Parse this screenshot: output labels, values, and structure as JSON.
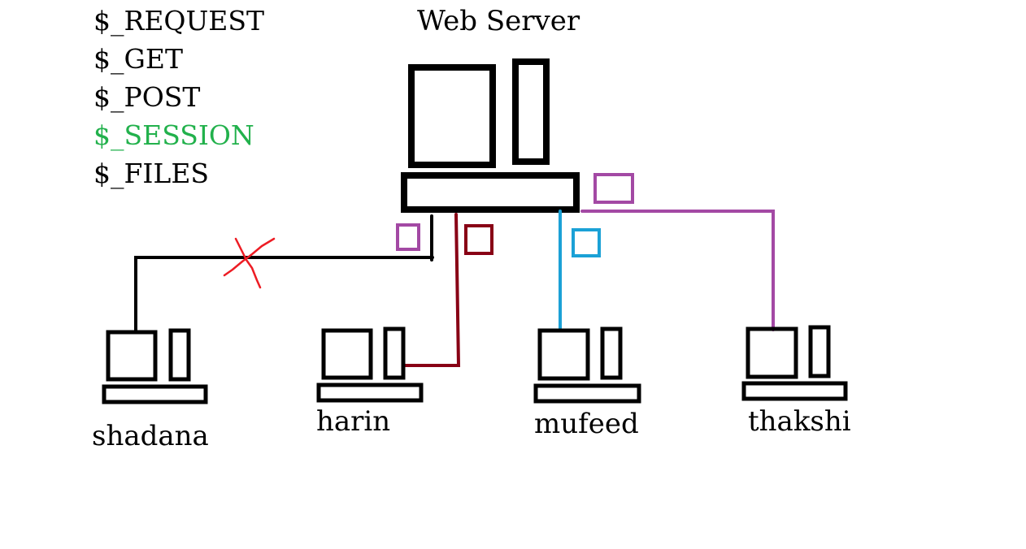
{
  "superglobals": [
    {
      "text": "$_REQUEST",
      "color": "#000000"
    },
    {
      "text": "$_GET",
      "color": "#000000"
    },
    {
      "text": "$_POST",
      "color": "#000000"
    },
    {
      "text": "$_SESSION",
      "color": "#22b14c"
    },
    {
      "text": "$_FILES",
      "color": "#000000"
    }
  ],
  "server": {
    "label": "Web Server"
  },
  "clients": [
    {
      "name": "shadana",
      "link_color": "#000000",
      "session_color": "#a349a4",
      "blocked": true
    },
    {
      "name": "harin",
      "link_color": "#880015",
      "session_color": "#880015",
      "blocked": false
    },
    {
      "name": "mufeed",
      "link_color": "#1ba1d6",
      "session_color": "#1ba1d6",
      "blocked": false
    },
    {
      "name": "thakshi",
      "link_color": "#a349a4",
      "session_color": "#a349a4",
      "blocked": false
    }
  ],
  "colors": {
    "block_mark": "#ed1c24",
    "outline": "#000000"
  }
}
